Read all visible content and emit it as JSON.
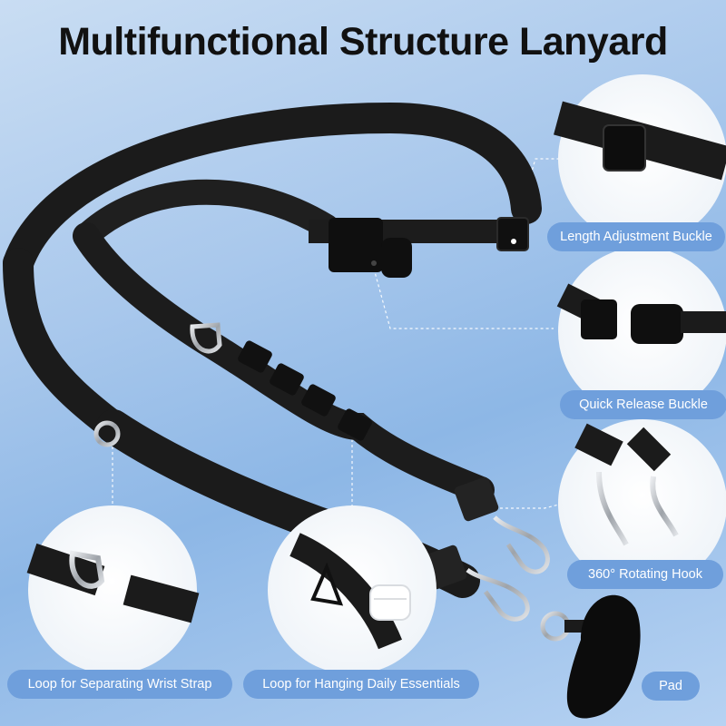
{
  "title": "Multifunctional Structure Lanyard",
  "colors": {
    "background": "#a9c8ec",
    "label_fill": "#6f9fdc",
    "label_text": "#ffffff",
    "strap": "#1b1b1b",
    "metal": "#b9bcc1"
  },
  "features": {
    "length_adjustment": "Length Adjustment Buckle",
    "quick_release": "Quick Release Buckle",
    "rotating_hook": "360° Rotating Hook",
    "wrist_loop": "Loop for Separating Wrist Strap",
    "hanging_loop": "Loop for Hanging Daily Essentials",
    "pad": "Pad"
  }
}
